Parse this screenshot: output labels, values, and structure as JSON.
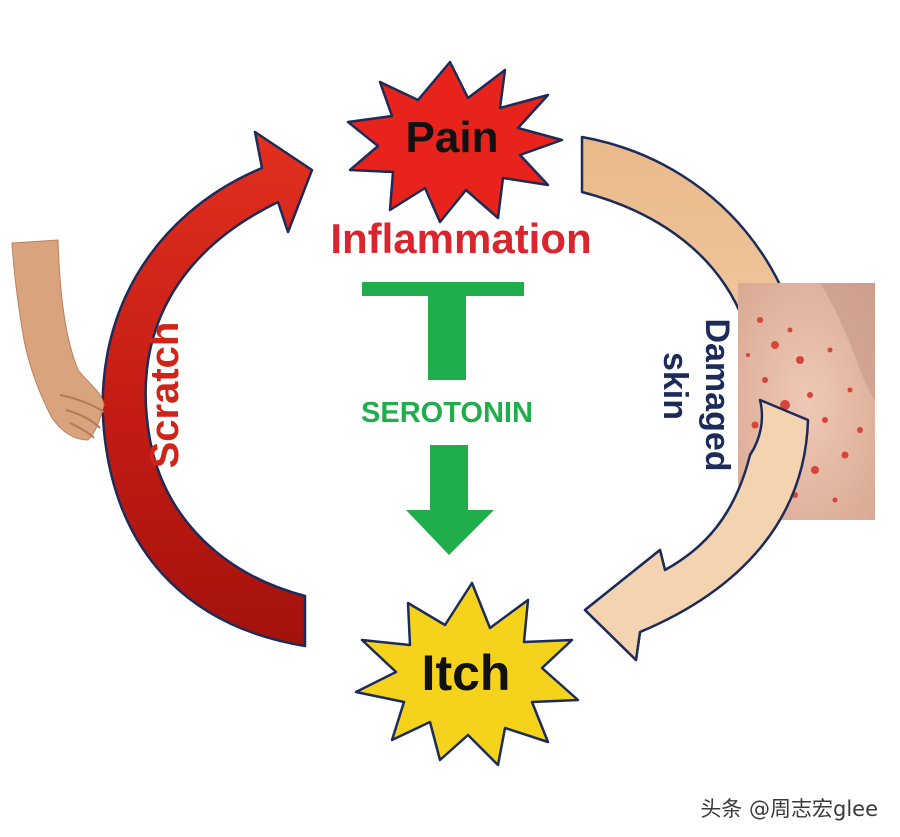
{
  "nodes": {
    "pain": "Pain",
    "itch": "Itch",
    "inflammation": "Inflammation",
    "serotonin": "SEROTONIN",
    "scratch": "Scratch",
    "damaged_line1": "Damaged",
    "damaged_line2": "skin"
  },
  "watermark": "头条 @周志宏glee",
  "colors": {
    "pain_star": "#e8231c",
    "itch_star": "#f5d21c",
    "inflammation_text": "#d9262e",
    "serotonin_green": "#1fae4b",
    "scratch_arrow": "#cf2418",
    "damaged_arrow": "#f0c9a0",
    "damaged_text": "#1c2b5a"
  }
}
